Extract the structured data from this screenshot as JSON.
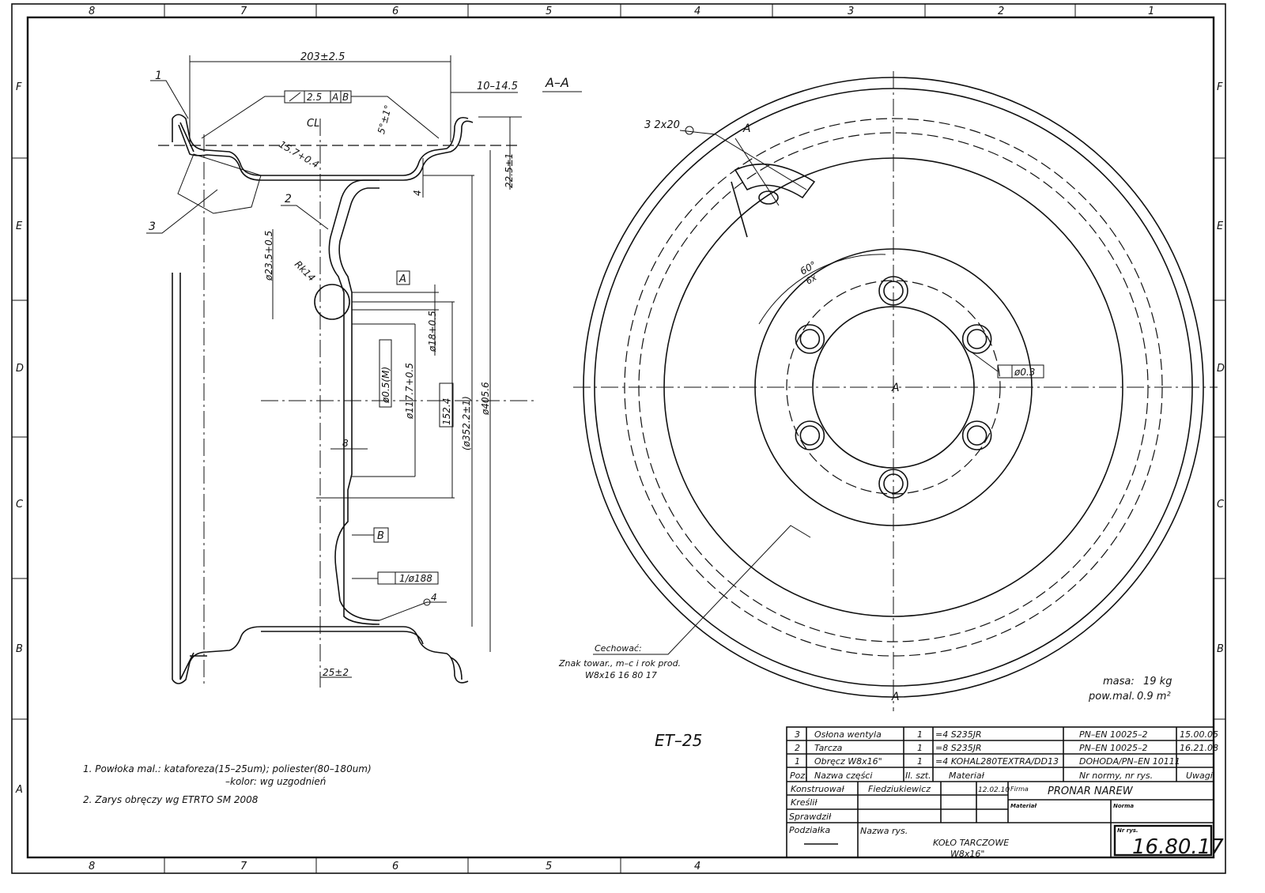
{
  "frame": {
    "columns": [
      "8",
      "7",
      "6",
      "5",
      "4",
      "3",
      "2",
      "1"
    ],
    "bottom_columns": [
      "8",
      "7",
      "6",
      "5",
      "4"
    ],
    "rows": [
      "F",
      "E",
      "D",
      "C",
      "B",
      "A"
    ]
  },
  "section": {
    "title": "A–A",
    "dims": {
      "width": "203±2.5",
      "flange_offset": "10–14.5",
      "runout_value": "2.5",
      "datum_a": "A",
      "datum_b": "B",
      "centerline": "CL",
      "angle": "5°±1°",
      "valve": "15.7+0.4",
      "height": "22.5±1",
      "depth": "4",
      "hole_dia": "ø23.5+0.5",
      "radius": "Rk14",
      "bore_tol": "ø18+0.5",
      "pos_tol": "ø0.5(M)",
      "bore": "ø117.7+0.5",
      "pcd": "152.4",
      "rim_inner": "(ø352.2±1)",
      "rim_outer": "ø405.6",
      "thickness": "8",
      "offset": "25±2",
      "flatness": "1/ø188",
      "weld": "4",
      "et": "ET–25"
    },
    "callouts": [
      "1",
      "2",
      "3"
    ]
  },
  "front_view": {
    "weld_note": "3 2x20",
    "section_label": "A",
    "center_label": "A",
    "bottom_label": "A",
    "angle": "60°",
    "count": "6x",
    "position_tol": "ø0.3",
    "marking_title": "Cechować:",
    "marking_line1": "Znak towar., m–c i rok prod.",
    "marking_line2": "W8x16 16 80 17",
    "mass_label": "masa:",
    "mass_value": "19 kg",
    "area_label": "pow.mal.",
    "area_value": "0.9 m²"
  },
  "notes": [
    "1. Powłoka mal.: kataforeza(15–25um); poliester(80–180um)",
    "–kolor: wg uzgodnień",
    "2. Zarys obręczy wg ETRTO SM 2008"
  ],
  "parts_list": {
    "rows": [
      {
        "poz": "3",
        "name": "Osłona wentyla",
        "qty": "1",
        "material": "=4   S235JR",
        "norm": "PN–EN 10025–2",
        "notes": "15.00.05"
      },
      {
        "poz": "2",
        "name": "Tarcza",
        "qty": "1",
        "material": "=8   S235JR",
        "norm": "PN–EN 10025–2",
        "notes": "16.21.08"
      },
      {
        "poz": "1",
        "name": "Obręcz W8x16\"",
        "qty": "1",
        "material": "=4 KOHAL280TEXTRA/DD13",
        "norm": "DOHODA/PN–EN 10111",
        "notes": ""
      }
    ],
    "headers": {
      "poz": "Poz.",
      "name": "Nazwa części",
      "qty": "Il. szt.",
      "material": "Materiał",
      "norm": "Nr normy, nr rys.",
      "notes": "Uwagi"
    }
  },
  "title_block": {
    "designed_label": "Konstruował",
    "designer": "Fiedziukiewicz",
    "date": "12.02.10",
    "drawn_label": "Kreślił",
    "checked_label": "Sprawdził",
    "scale_label": "Podziałka",
    "company_label": "Firma",
    "company": "PRONAR NAREW",
    "material_label": "Materiał",
    "norm_label": "Norma",
    "drawing_name_label": "Nazwa rys.",
    "drawing_name": "KOŁO TARCZOWE",
    "drawing_subname": "W8x16\"",
    "drawing_no_label": "Nr rys.",
    "drawing_no": "16.80.17"
  }
}
